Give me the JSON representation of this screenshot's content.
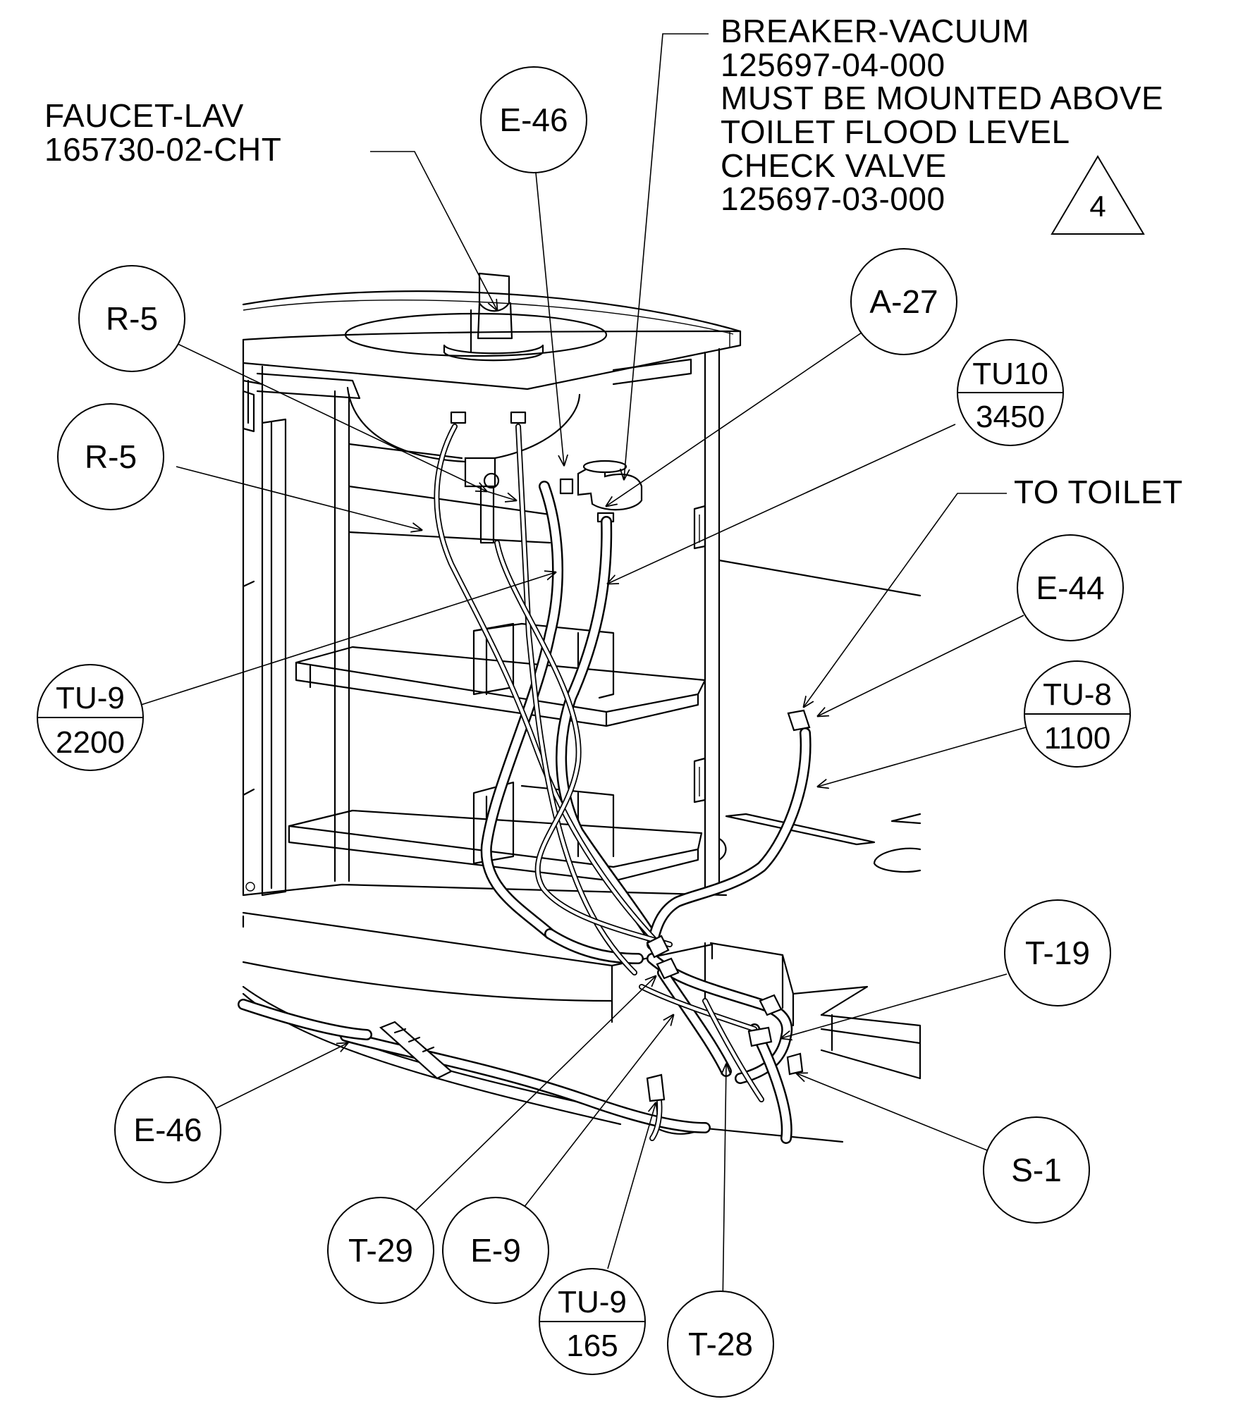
{
  "notes": {
    "faucet": {
      "line1": "FAUCET-LAV",
      "line2": "165730-02-CHT"
    },
    "breaker": {
      "line1": "BREAKER-VACUUM",
      "line2": "125697-04-000",
      "line3": "MUST BE MOUNTED ABOVE",
      "line4": "TOILET FLOOD LEVEL",
      "line5": "CHECK VALVE",
      "line6": "125697-03-000"
    },
    "to_toilet": "TO TOILET",
    "revision_triangle": "4"
  },
  "callouts": {
    "e46_top": "E-46",
    "r5_upper": "R-5",
    "r5_lower": "R-5",
    "a27": "A-27",
    "tu10": {
      "top": "TU10",
      "bottom": "3450"
    },
    "e44": "E-44",
    "tu9_left": {
      "top": "TU-9",
      "bottom": "2200"
    },
    "tu8": {
      "top": "TU-8",
      "bottom": "1100"
    },
    "t19": "T-19",
    "e46_bottom": "E-46",
    "s1": "S-1",
    "t29": "T-29",
    "e9": "E-9",
    "tu9_bottom": {
      "top": "TU-9",
      "bottom": "165"
    },
    "t28": "T-28"
  }
}
